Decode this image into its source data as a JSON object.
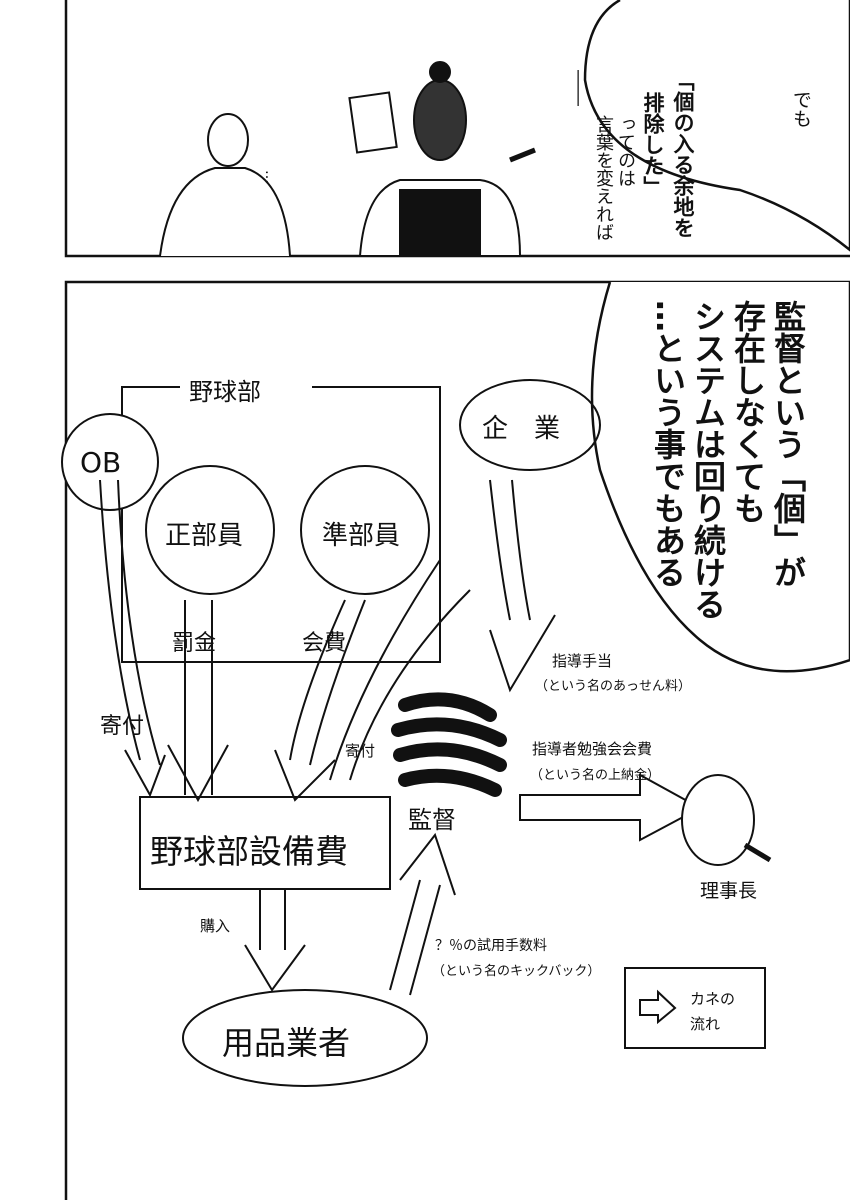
{
  "top_panel": {
    "bubble_lines": [
      "でも",
      "「個の入る余地を",
      "排除した」",
      "ってのは",
      "言葉を変えれば",
      "――"
    ],
    "ellipsis": "…"
  },
  "bottom_panel": {
    "bubble_lines": [
      "監督という「個」が",
      "存在しなくても",
      "システムは回り続ける",
      "…という事でもある"
    ],
    "diagram": {
      "club_label": "野球部",
      "ob": "OB",
      "regular_members": "正部員",
      "associate_members": "準部員",
      "company": "企　業",
      "fines": "罰金",
      "fees": "会費",
      "donation": "寄付",
      "donation_small": "寄付",
      "equipment": "野球部設備費",
      "purchase": "購入",
      "vendor": "用品業者",
      "coach": "監督",
      "chairman": "理事長",
      "guidance_fee": "指導手当",
      "guidance_fee_note": "（という名のあっせん料）",
      "study_fee": "指導者勉強会会費",
      "study_fee_note": "（という名の上納金）",
      "trial_fee": "？％の試用手数料",
      "trial_fee_note": "（という名のキックバック）",
      "legend": [
        "カネの",
        "流れ"
      ]
    }
  }
}
